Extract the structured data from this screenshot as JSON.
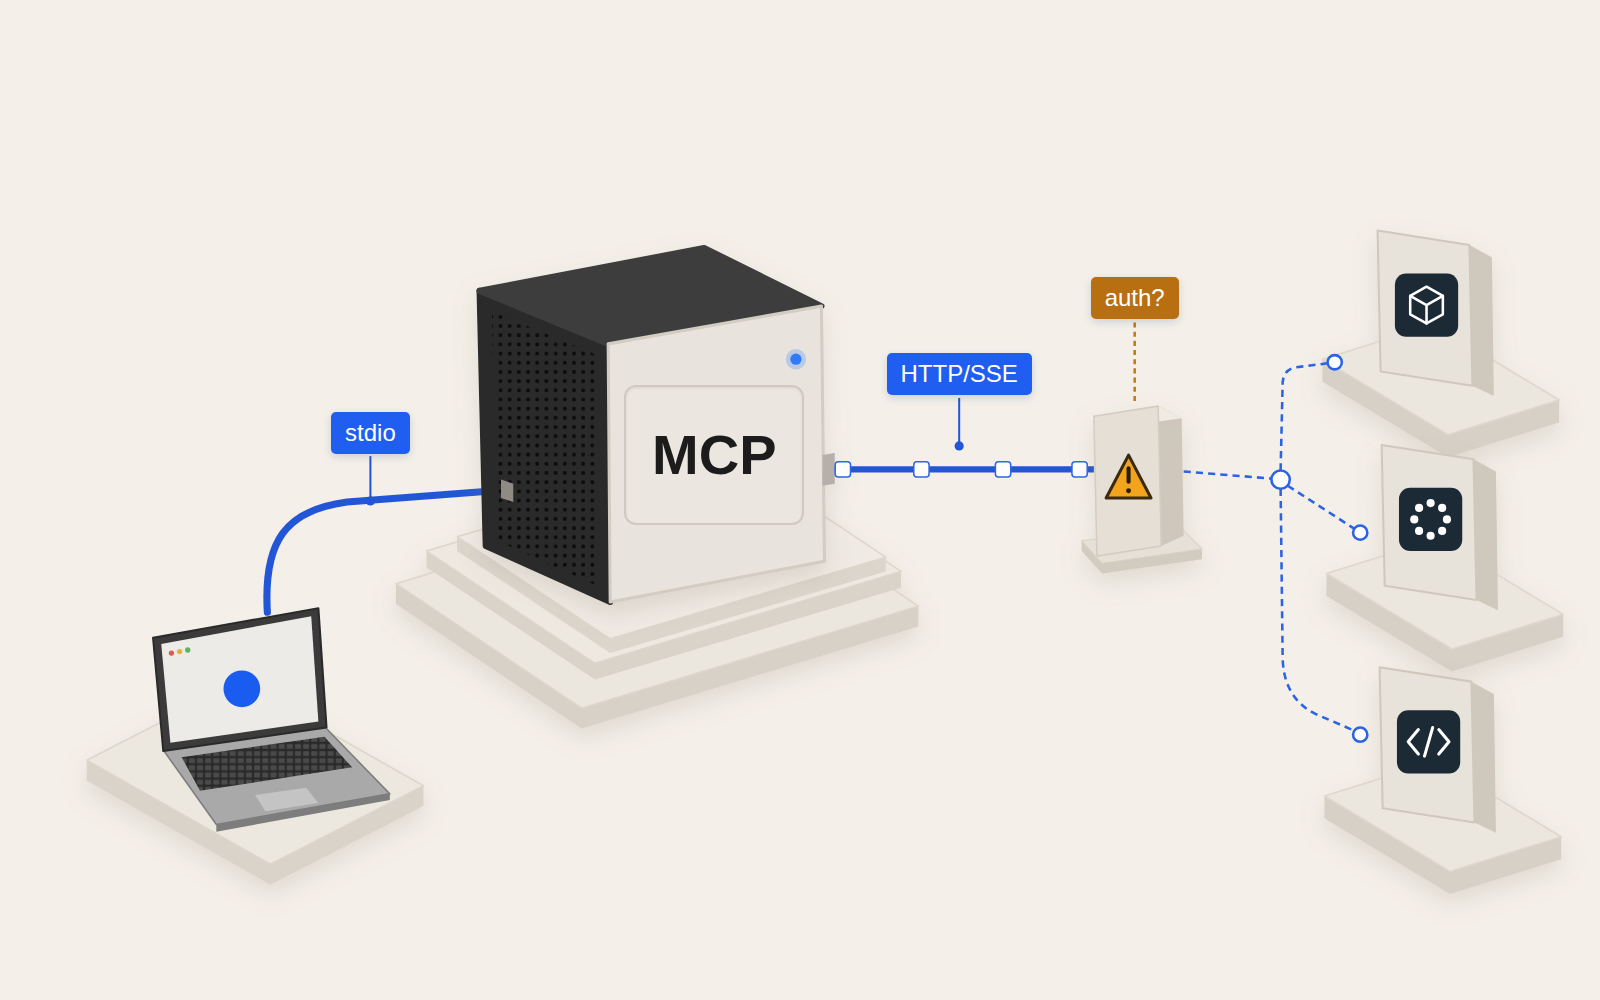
{
  "diagram": {
    "nodes": [
      {
        "text": [
          "stdio"
        ]
      },
      {
        "text": [
          "MCP"
        ]
      },
      {
        "text": [
          "HTTP/SSE"
        ]
      },
      {
        "text": [
          "auth?"
        ]
      }
    ]
  }
}
